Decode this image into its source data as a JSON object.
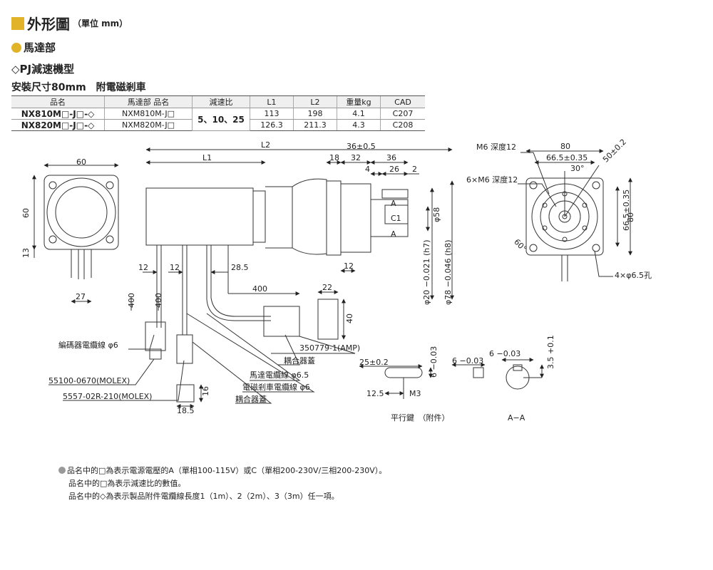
{
  "header": {
    "title": "外形圖",
    "unit": "（單位 mm）",
    "section": "馬達部",
    "gear_type": "◇PJ減速機型",
    "mount": "安裝尺寸80mm　附電磁剎車"
  },
  "table": {
    "headers": [
      "品名",
      "馬達部 品名",
      "減速比",
      "L1",
      "L2",
      "重量kg",
      "CAD"
    ],
    "ratio": "5、10、25",
    "rows": [
      {
        "name": "NX810M□-J□-◇",
        "motor": "NXM810M-J□",
        "l1": "113",
        "l2": "198",
        "weight": "4.1",
        "cad": "C207"
      },
      {
        "name": "NX820M□-J□-◇",
        "motor": "NXM820M-J□",
        "l1": "126.3",
        "l2": "211.3",
        "weight": "4.3",
        "cad": "C208"
      }
    ]
  },
  "drawing": {
    "dims": {
      "d60_top": "60",
      "d60_side": "60",
      "d13": "13",
      "d27": "27",
      "L2": "L2",
      "L1": "L1",
      "d18": "18",
      "d36_tol": "36±0.5",
      "d32": "32",
      "d36": "36",
      "d4": "4",
      "d26": "26",
      "d2": "2",
      "phi58": "φ58",
      "phi20": "φ20 −0.021 (h7)",
      "phi78": "φ78 −0.046 (h8)",
      "d12_shaft": "12",
      "d12_a": "12",
      "d12_b": "12",
      "d28_5": "28.5",
      "d400_h": "400",
      "d400_v1": "400",
      "d400_v2": "400",
      "d22": "22",
      "d40": "40",
      "d16": "16",
      "d18_5": "18.5",
      "d80": "80",
      "d66_5_top": "66.5±0.35",
      "d66_5_side": "66.5±0.35",
      "d80_side": "80",
      "d50": "50±0.2",
      "d30": "30°",
      "d60deg": "60°",
      "d25": "25±0.2",
      "d12_5": "12.5",
      "d6_key": "6 −0.03",
      "d6_a": "6 −0.03",
      "d6_b": "6 −0.03",
      "d3_5": "3.5 +0.1"
    },
    "labels": {
      "m6_depth": "M6 深度12",
      "m6x6_depth": "6×M6 深度12",
      "holes": "4×φ6.5孔",
      "encoder_cable": "編碼器電纜線 φ6",
      "molex1": "55100-0670(MOLEX)",
      "molex2": "5557-02R-210(MOLEX)",
      "amp": "350779-1(AMP)",
      "coupler1": "耦合器蓋",
      "motor_cable": "馬達電纜線 φ6.5",
      "brake_cable": "電磁剎車電纜線 φ6",
      "coupler2": "耦合器蓋",
      "m3": "M3",
      "key_title": "平行鍵　（附件）",
      "section_aa": "A−A",
      "a_top": "A",
      "a_bottom": "A",
      "c1": "C1"
    }
  },
  "notes": [
    "品名中的□為表示電源電壓的A（單相100-115V）或C（單相200-230V/三相200-230V）。",
    "品名中的□為表示減速比的數值。",
    "品名中的◇為表示製品附件電纜線長度1（1m）、2（2m）、3（3m）任一項。"
  ],
  "colors": {
    "accent": "#e1b328",
    "note_dot": "#999999"
  }
}
